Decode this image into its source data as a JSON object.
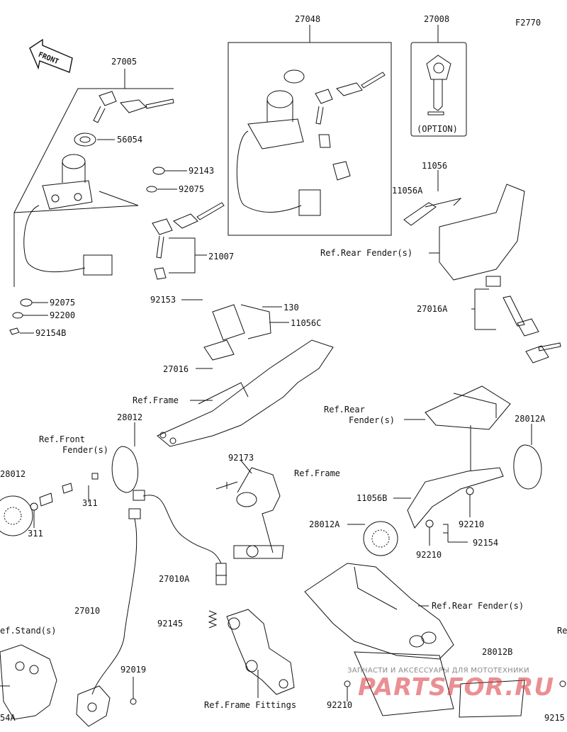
{
  "figure_code": "F2770",
  "front_label": "FRONT",
  "option_label": "(OPTION)",
  "part_numbers": {
    "p27048": "27048",
    "p27008": "27008",
    "p27005": "27005",
    "p56054": "56054",
    "p92143": "92143",
    "p92075a": "92075",
    "p21007": "21007",
    "p11056": "11056",
    "p11056A": "11056A",
    "p92075b": "92075",
    "p92200": "92200",
    "p92154B": "92154B",
    "p92153": "92153",
    "p130": "130",
    "p11056C": "11056C",
    "p27016A": "27016A",
    "p27016": "27016",
    "p28012": "28012",
    "p28012A_top": "28012A",
    "p311a": "311",
    "p311b": "311",
    "p92173": "92173",
    "p11056B": "11056B",
    "p92210a": "92210",
    "p28012A_mid": "28012A",
    "p92210b": "92210",
    "p92154": "92154",
    "p27010A": "27010A",
    "p27010": "27010",
    "p92145": "92145",
    "p92019": "92019",
    "p28012B": "28012B",
    "p92210c": "92210",
    "p28012_edge": "28012",
    "p54A_edge": "54A",
    "p9215_edge": "9215"
  },
  "references": {
    "rear_fender_1": "Ref.Rear Fender(s)",
    "frame_1": "Ref.Frame",
    "rear_fender_2a": "Ref.Rear",
    "rear_fender_2b": "Fender(s)",
    "front_fender_a": "Ref.Front",
    "front_fender_b": "Fender(s)",
    "frame_2": "Ref.Frame",
    "rear_fender_3": "Ref.Rear Fender(s)",
    "stand": "ef.Stand(s)",
    "frame_fittings": "Ref.Frame Fittings",
    "edge_re": "Re"
  },
  "watermark": {
    "line1": "ЗАПЧАСТИ И АКСЕССУАРЫ ДЛЯ МОТОТЕХНИКИ",
    "line2": "PARTSFOR.RU"
  },
  "colors": {
    "line": "#111111",
    "watermark_red": "#d9343a",
    "watermark_grey": "#8a8a8a"
  }
}
